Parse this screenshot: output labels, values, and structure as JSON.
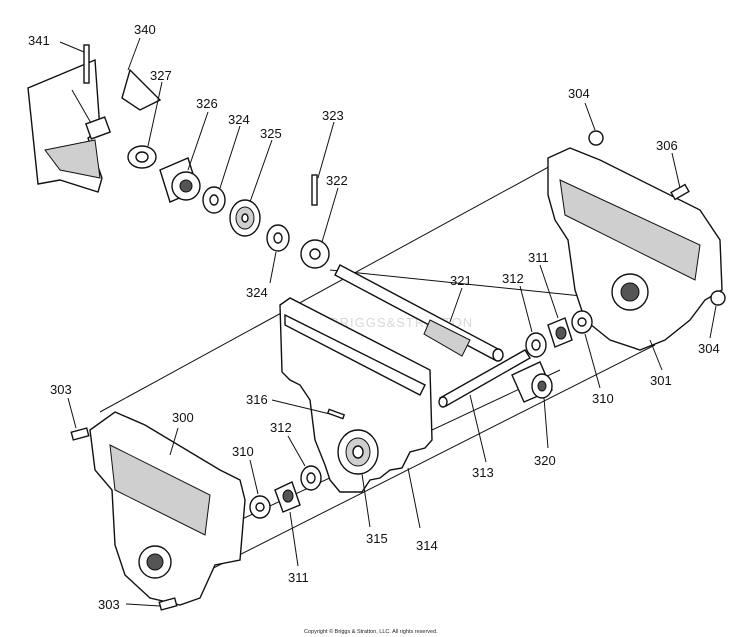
{
  "watermark": "BRIGGS&STRATTON",
  "copyright": "Copyright © Briggs & Stratton, LLC. All rights reserved.",
  "labels": {
    "p341": "341",
    "p340": "340",
    "p327": "327",
    "p326": "326",
    "p324a": "324",
    "p325": "325",
    "p323": "323",
    "p322": "322",
    "p324b": "324",
    "p304a": "304",
    "p306": "306",
    "p321": "321",
    "p312a": "312",
    "p311a": "311",
    "p304b": "304",
    "p301": "301",
    "p310a": "310",
    "p320": "320",
    "p313": "313",
    "p303a": "303",
    "p300": "300",
    "p316": "316",
    "p310b": "310",
    "p312b": "312",
    "p315": "315",
    "p314": "314",
    "p311b": "311",
    "p303b": "303"
  }
}
